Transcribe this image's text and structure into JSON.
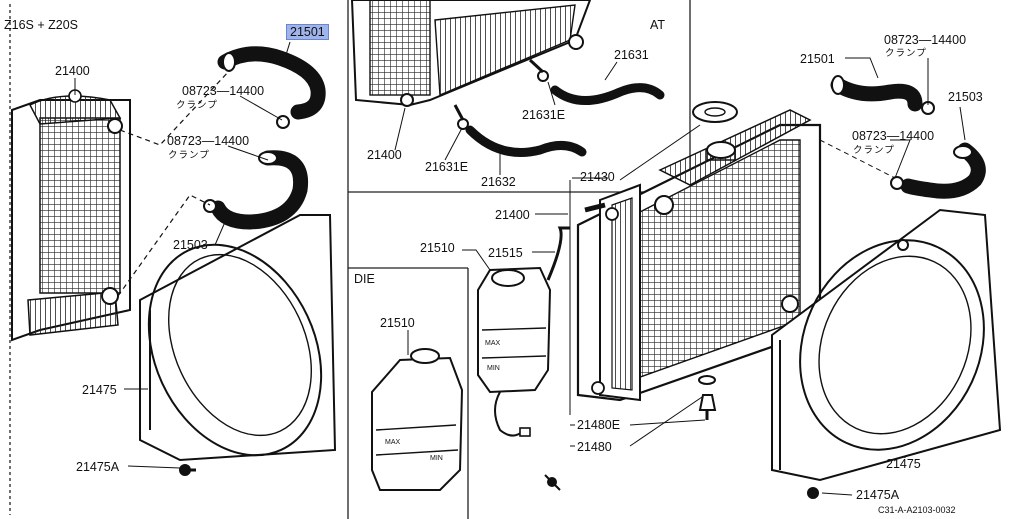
{
  "engine_label": "Z16S + Z20S",
  "at_label": "AT",
  "diesel_label": "DIE",
  "diagram_code": "C31-A-A2103-0032",
  "clamp_text": "クランプ",
  "highlight_color": "#9fb4ea",
  "left_parts": {
    "p21501": "21501",
    "p21400": "21400",
    "p08723_a": "08723—14400",
    "p08723_b": "08723—14400",
    "p21503": "21503",
    "p21475": "21475",
    "p21475A": "21475A"
  },
  "at_parts": {
    "p21631": "21631",
    "p21631E_a": "21631E",
    "p21400": "21400",
    "p21631E_b": "21631E",
    "p21632": "21632"
  },
  "diesel_parts": {
    "p21510": "21510"
  },
  "center_parts": {
    "p21510": "21510",
    "p21515": "21515",
    "p21430": "21430",
    "p21400": "21400",
    "p21480E": "21480E",
    "p21480": "21480"
  },
  "right_parts": {
    "p21501": "21501",
    "p08723_a": "08723—14400",
    "p21503": "21503",
    "p08723_b": "08723—14400",
    "p21475": "21475",
    "p21475A": "21475A"
  },
  "tank_text": {
    "max": "MAX",
    "min": "MIN"
  }
}
